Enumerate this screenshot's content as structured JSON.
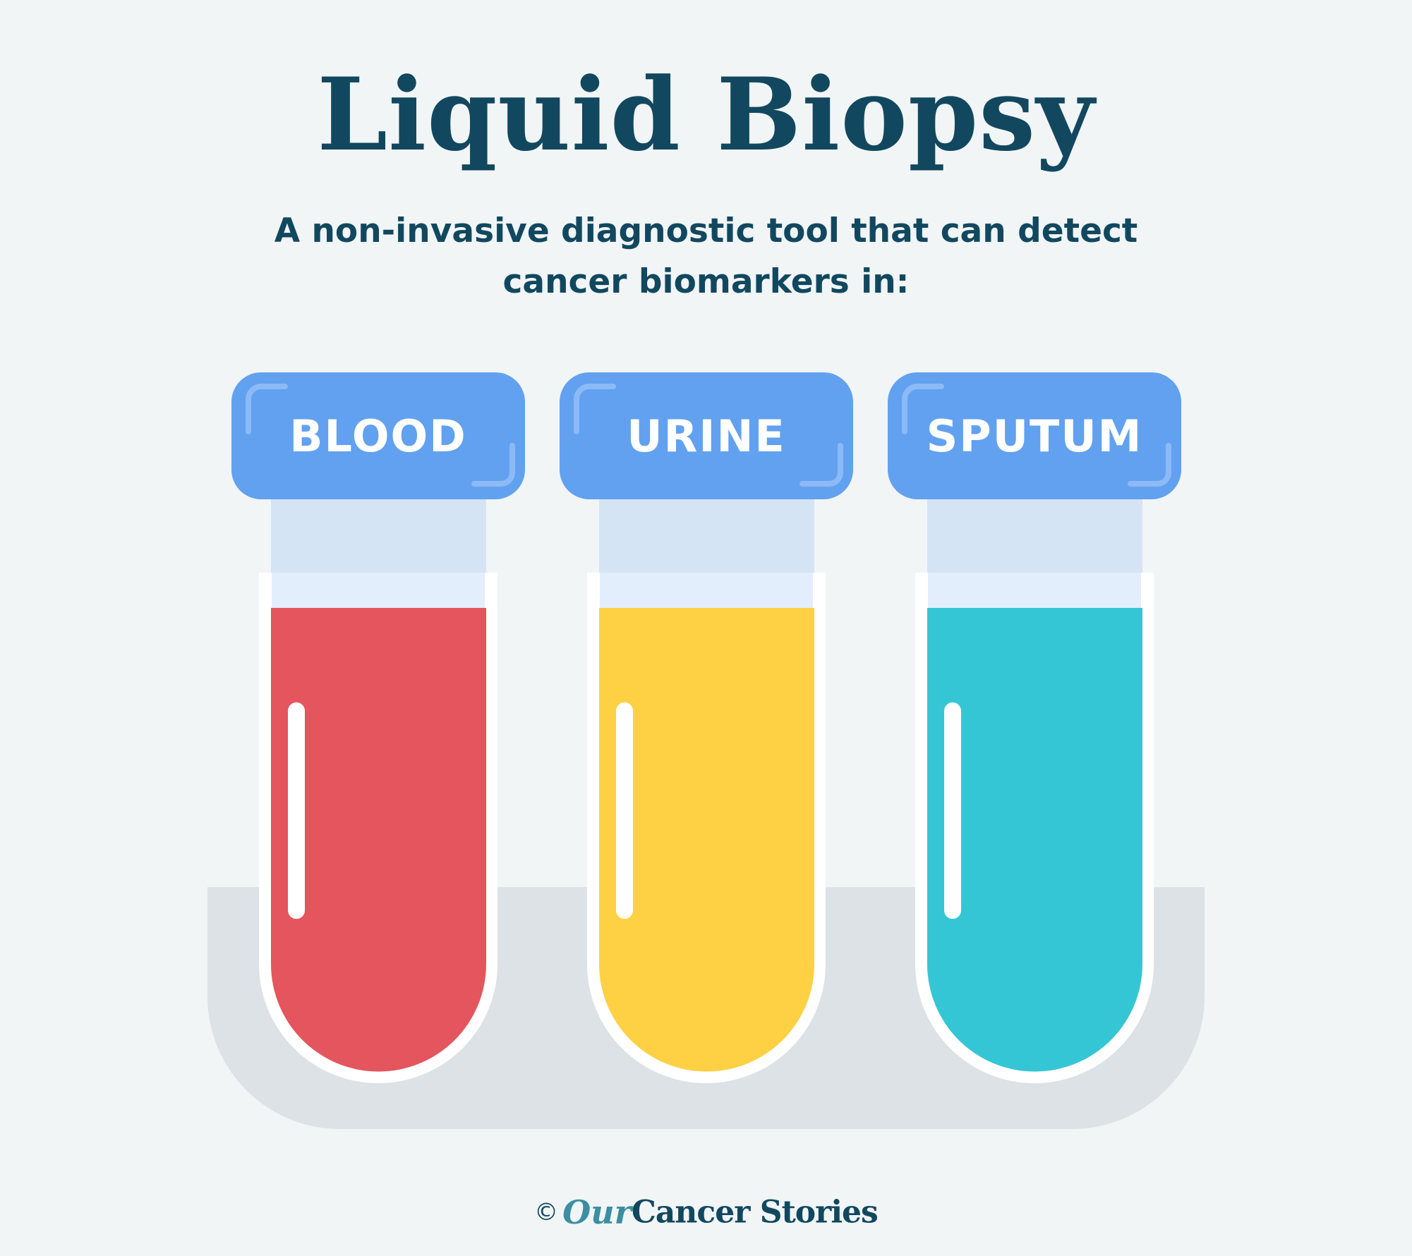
{
  "header": {
    "title": "Liquid Biopsy",
    "subtitle": "A non-invasive diagnostic tool that can detect cancer biomarkers in:"
  },
  "tubes": [
    {
      "label": "BLOOD",
      "liquid_color": "#e5555e"
    },
    {
      "label": "URINE",
      "liquid_color": "#fed144"
    },
    {
      "label": "SPUTUM",
      "liquid_color": "#35c6d5"
    }
  ],
  "colors": {
    "cap": "#62a1f0",
    "cap_highlight": "#8cbaf6",
    "tube_neck": "#d4e4f4",
    "rack": "#dce2e5",
    "title": "#12485f"
  },
  "footer": {
    "copyright_symbol": "©",
    "brand_our": "Our",
    "brand_rest": "Cancer Stories"
  }
}
